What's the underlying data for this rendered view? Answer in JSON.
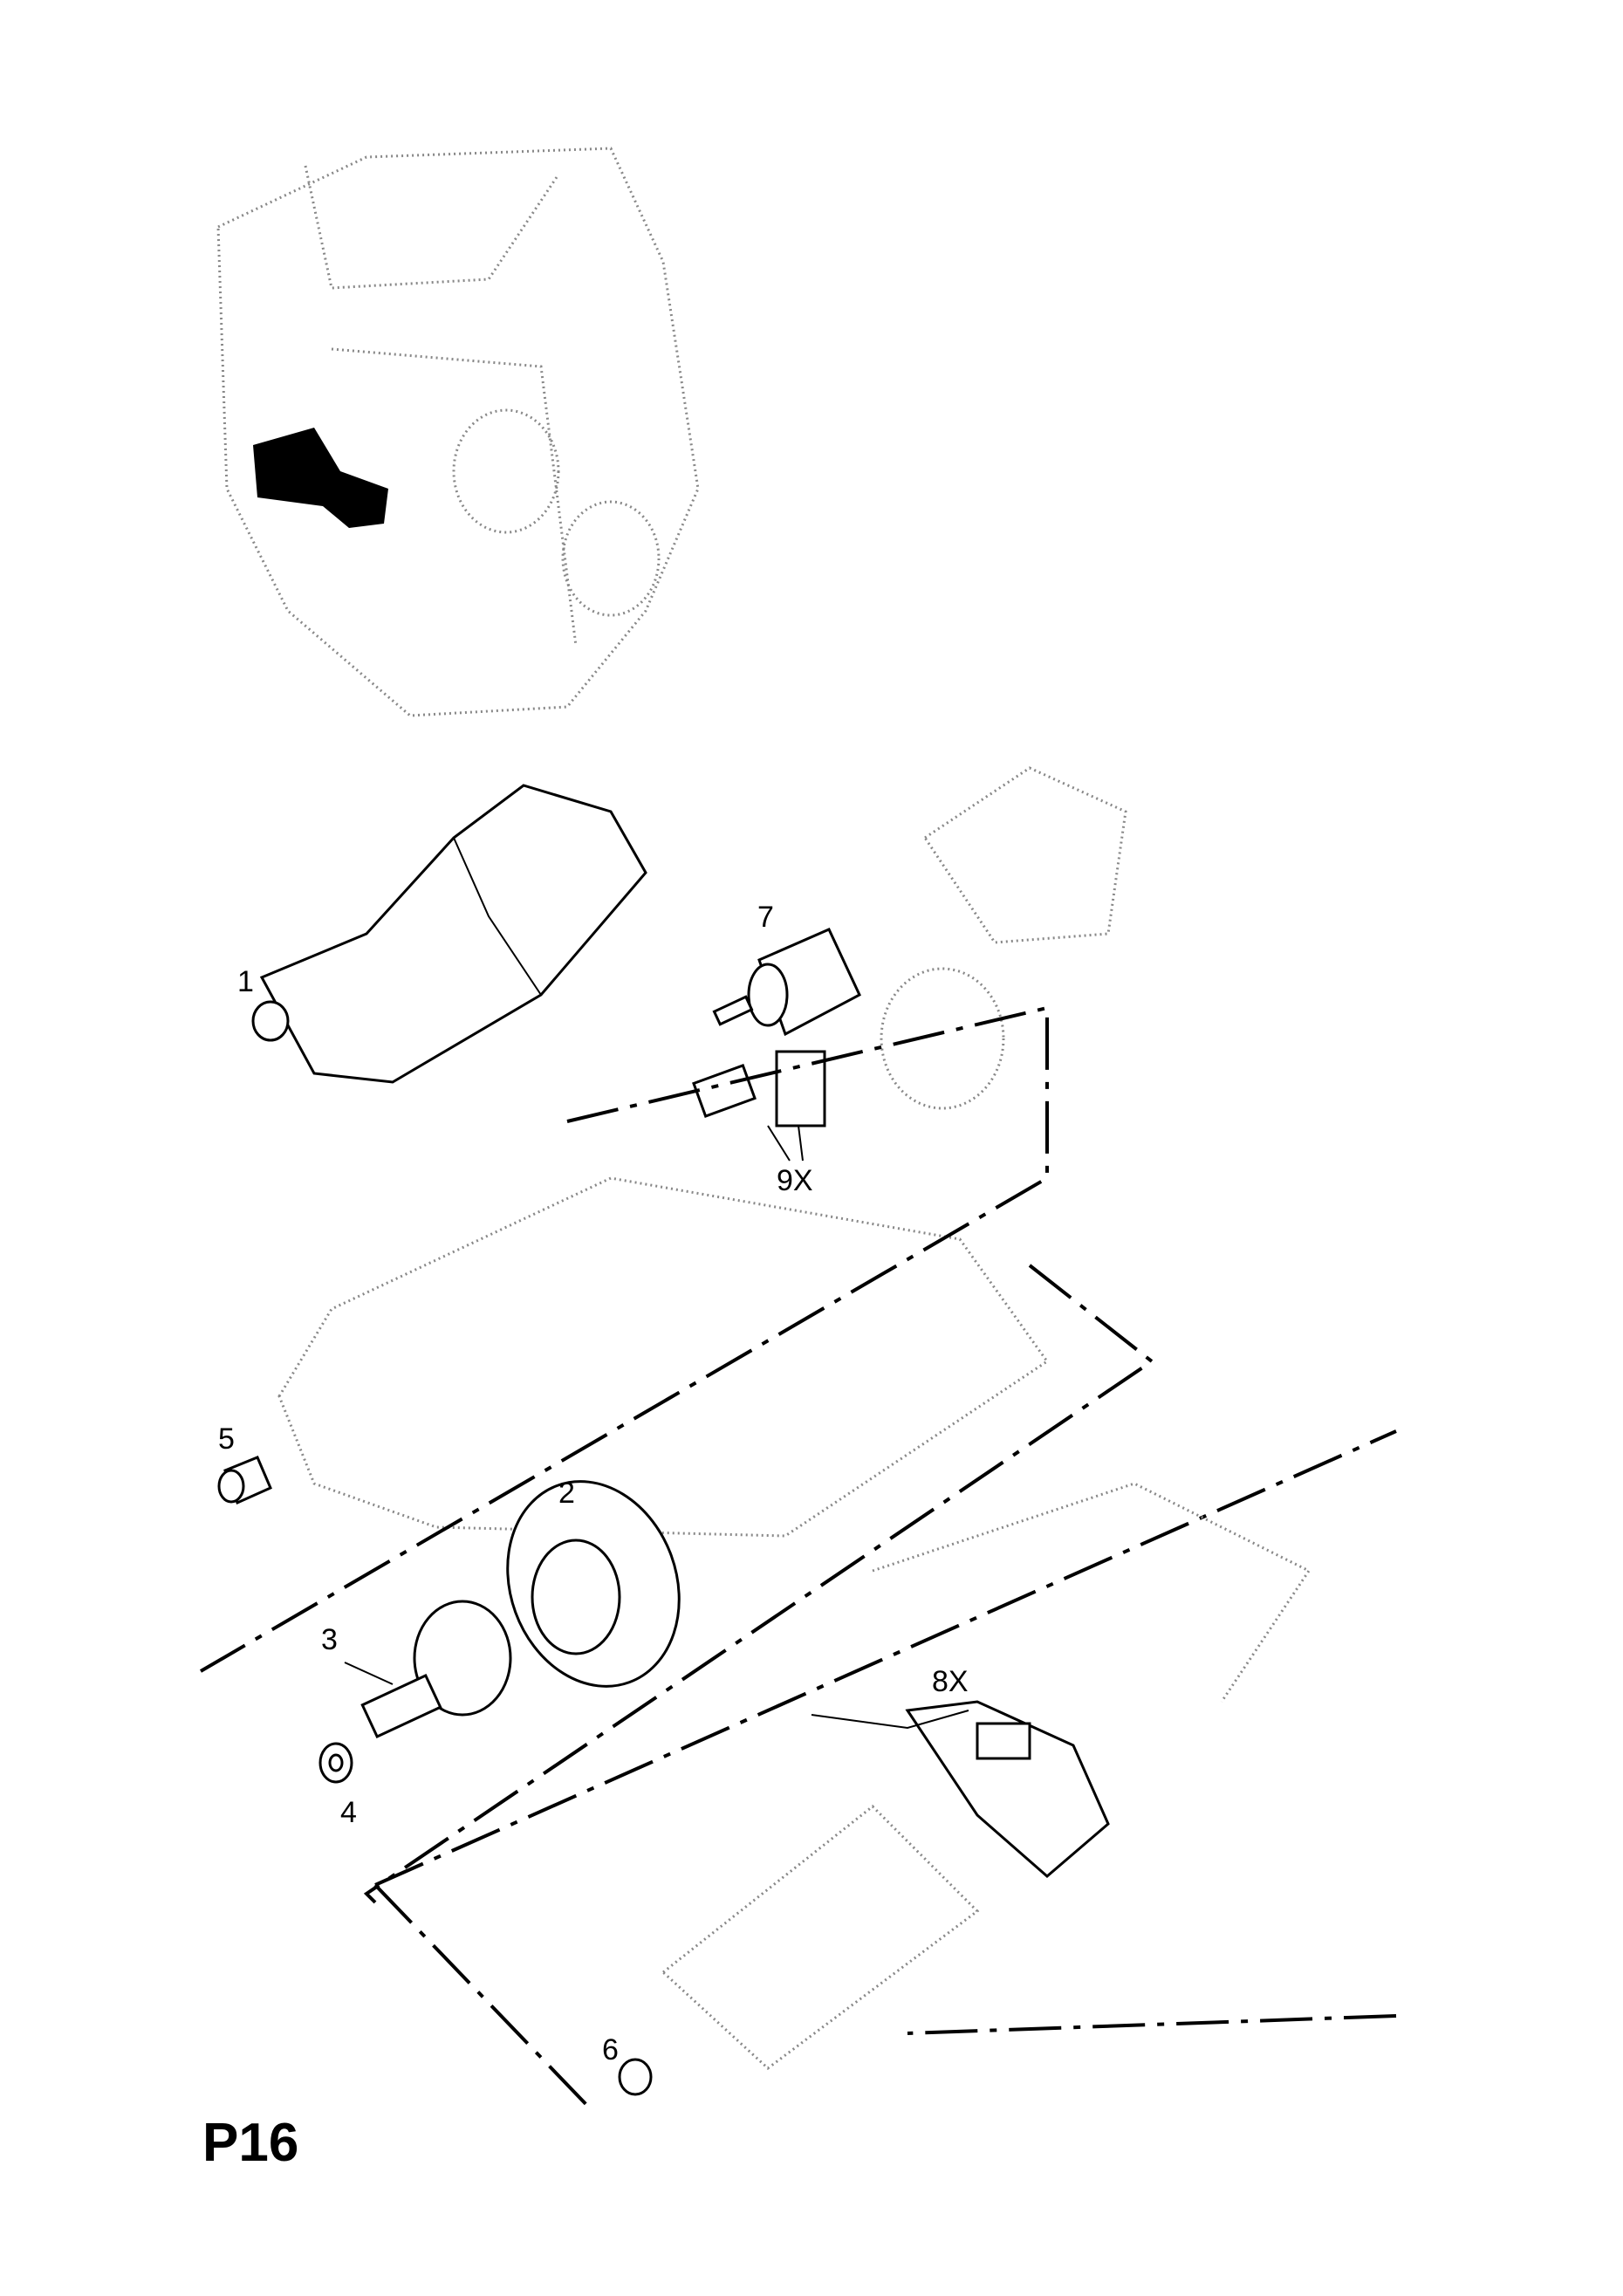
{
  "page_code": "P16",
  "callouts": [
    {
      "id": "1",
      "label": "1"
    },
    {
      "id": "2",
      "label": "2"
    },
    {
      "id": "3",
      "label": "3"
    },
    {
      "id": "4",
      "label": "4"
    },
    {
      "id": "5",
      "label": "5"
    },
    {
      "id": "6",
      "label": "6"
    },
    {
      "id": "7",
      "label": "7"
    },
    {
      "id": "8",
      "label": "8X"
    },
    {
      "id": "9",
      "label": "9X"
    }
  ]
}
